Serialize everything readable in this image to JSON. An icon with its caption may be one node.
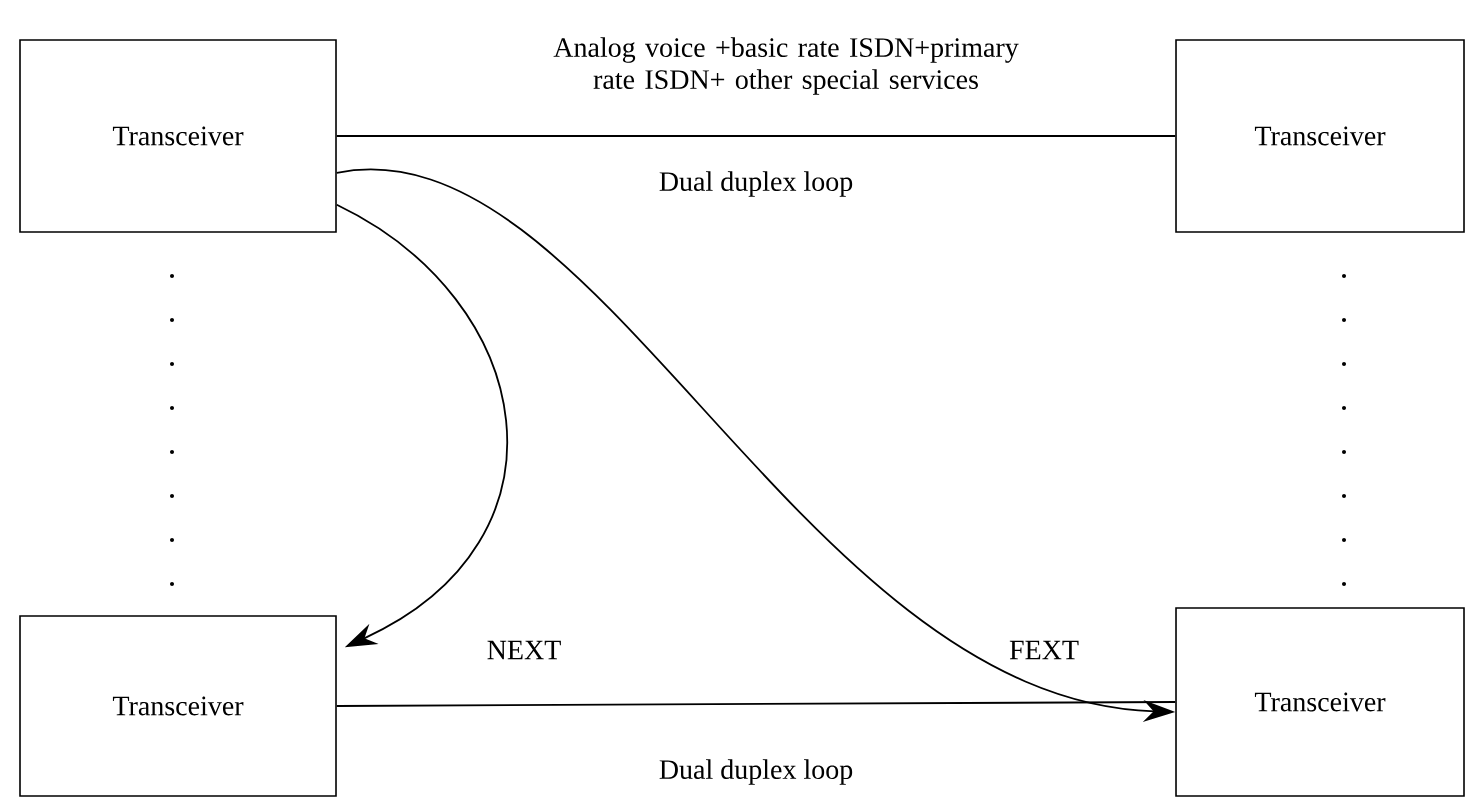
{
  "diagram": {
    "nodes": [
      {
        "text": [
          "Transceiver"
        ]
      },
      {
        "text": [
          "Transceiver"
        ]
      },
      {
        "text": [
          "Transceiver"
        ]
      },
      {
        "text": [
          "Transceiver"
        ]
      }
    ],
    "edges": [
      {
        "from": 0,
        "to": 1,
        "arrow": "none",
        "label": "Dual duplex loop"
      },
      {
        "from": 2,
        "to": 3,
        "arrow": "none",
        "label": "Dual duplex loop"
      },
      {
        "from": 0,
        "to": 2,
        "arrow": "to",
        "label": "NEXT"
      },
      {
        "from": 0,
        "to": 3,
        "arrow": "to",
        "label": "FEXT"
      }
    ],
    "labels": [
      "Analog voice +basic rate ISDN+primary rate ISDN+ other special services"
    ]
  }
}
